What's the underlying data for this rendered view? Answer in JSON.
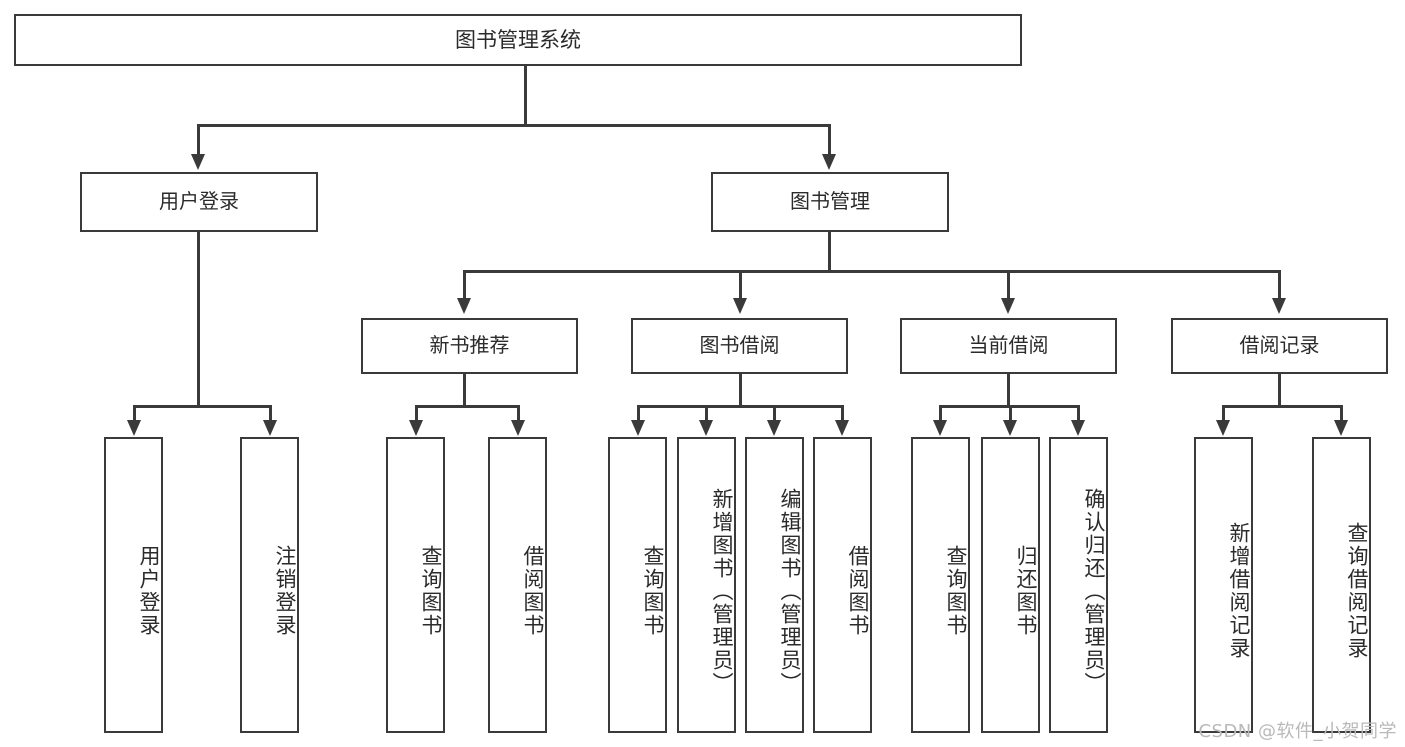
{
  "diagram": {
    "title": "图书管理系统",
    "watermark": "CSDN @软件_小贺同学",
    "colors": {
      "stroke": "#3a3a3a",
      "fill": "#ffffff",
      "text": "#2b2b2b",
      "watermark": "#b9b9b9",
      "background": "#ffffff"
    },
    "root": {
      "label": "图书管理系统"
    },
    "level2": [
      {
        "label": "用户登录"
      },
      {
        "label": "图书管理"
      }
    ],
    "level3": [
      {
        "label": "新书推荐"
      },
      {
        "label": "图书借阅"
      },
      {
        "label": "当前借阅"
      },
      {
        "label": "借阅记录"
      }
    ],
    "leaves": {
      "user_login": [
        {
          "label": "用户登录"
        },
        {
          "label": "注销登录"
        }
      ],
      "new_book": [
        {
          "label": "查询图书"
        },
        {
          "label": "借阅图书"
        }
      ],
      "book_borrow": [
        {
          "label": "查询图书"
        },
        {
          "label": "新增图书（管理员）"
        },
        {
          "label": "编辑图书（管理员）"
        },
        {
          "label": "借阅图书"
        }
      ],
      "current_borrow": [
        {
          "label": "查询图书"
        },
        {
          "label": "归还图书"
        },
        {
          "label": "确认归还（管理员）"
        }
      ],
      "borrow_record": [
        {
          "label": "新增借阅记录"
        },
        {
          "label": "查询借阅记录"
        }
      ]
    }
  }
}
